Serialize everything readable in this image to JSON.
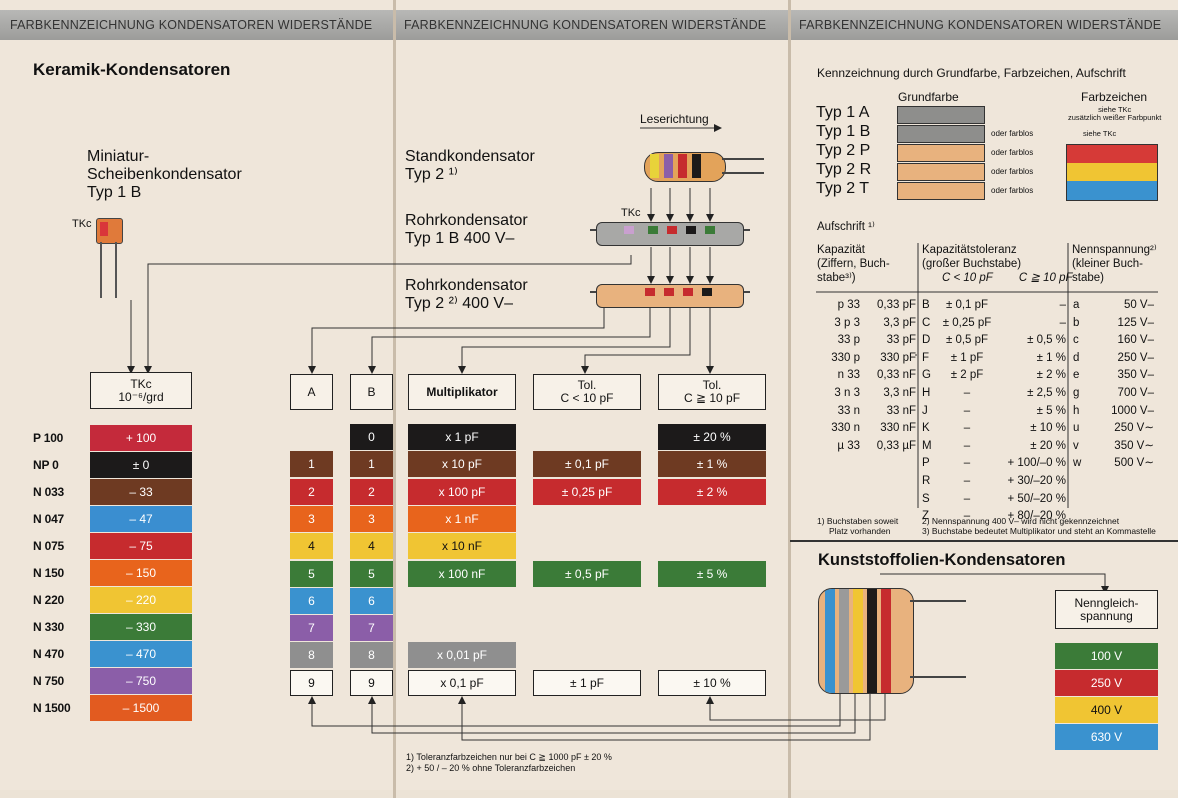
{
  "header": {
    "section_text": "FARBKENNZEICHNUNG KONDENSATOREN WIDERSTÄNDE"
  },
  "left": {
    "title": "Keramik-Kondensatoren",
    "mini_label_1": "Miniatur-",
    "mini_label_2": "Scheibenkondensator",
    "mini_label_3": "Typ 1 B",
    "tkc_small": "TKc",
    "tk_box_line1": "TKc",
    "tk_box_line2": "10⁻⁶/grd",
    "tk_rows": [
      {
        "code": "P 100",
        "value": "+ 100",
        "color": "#c42a3b"
      },
      {
        "code": "NP 0",
        "value": "± 0",
        "color": "#1c1a1a"
      },
      {
        "code": "N 033",
        "value": "– 33",
        "color": "#6e3a22"
      },
      {
        "code": "N 047",
        "value": "– 47",
        "color": "#3a8ed0"
      },
      {
        "code": "N 075",
        "value": "– 75",
        "color": "#c62b2e"
      },
      {
        "code": "N 150",
        "value": "– 150",
        "color": "#e8641c"
      },
      {
        "code": "N 220",
        "value": "– 220",
        "color": "#f0c533"
      },
      {
        "code": "N 330",
        "value": "– 330",
        "color": "#3b7b38"
      },
      {
        "code": "N 470",
        "value": "– 470",
        "color": "#3a92cf"
      },
      {
        "code": "N 750",
        "value": "– 750",
        "color": "#8b5ea8"
      },
      {
        "code": "N 1500",
        "value": "– 1500",
        "color": "#e25b20"
      }
    ]
  },
  "middle": {
    "leserichtung": "Leserichtung",
    "stand_1": "Standkondensator",
    "stand_2": "Typ 2 ¹⁾",
    "rohr1_1": "Rohrkondensator",
    "rohr1_2": "Typ 1 B  400 V–",
    "rohr2_1": "Rohrkondensator",
    "rohr2_2": "Typ 2 ²⁾  400 V–",
    "tkc_label": "TKc",
    "col_a": "A",
    "col_b": "B",
    "col_mult": "Multiplikator",
    "col_tol1_1": "Tol.",
    "col_tol1_2": "C < 10 pF",
    "col_tol2_1": "Tol.",
    "col_tol2_2": "C ≧ 10 pF",
    "digits_a": [
      "",
      "1",
      "2",
      "3",
      "4",
      "5",
      "6",
      "7",
      "8",
      "9"
    ],
    "digits_b": [
      "0",
      "1",
      "2",
      "3",
      "4",
      "5",
      "6",
      "7",
      "8",
      "9"
    ],
    "mult": [
      "x 1   pF",
      "x 10   pF",
      "x 100  pF",
      "x 1    nF",
      "x 10    nF",
      "x 100  nF",
      "",
      "",
      "x 0,01 pF",
      "x 0,1   pF"
    ],
    "tol1": [
      "",
      "± 0,1   pF",
      "± 0,25 pF",
      "",
      "",
      "± 0,5   pF",
      "",
      "",
      "",
      "± 1      pF"
    ],
    "tol2": [
      "± 20 %",
      "±   1 %",
      "±   2 %",
      "",
      "",
      "±   5 %",
      "",
      "",
      "",
      "± 10 %"
    ],
    "band_colors": [
      "#1c1a1a",
      "#6e3a22",
      "#c62b2e",
      "#e8641c",
      "#f0c533",
      "#3b7b38",
      "#3a92cf",
      "#8b5ea8",
      "#8f8f8f",
      "#ffffff"
    ],
    "footnote_1": "1) Toleranzfarbzeichen nur bei C ≧ 1000 pF ± 20 %",
    "footnote_2": "2) + 50 / – 20 % ohne Toleranzfarbzeichen"
  },
  "right": {
    "intro": "Kennzeichnung durch Grundfarbe, Farbzeichen, Aufschrift",
    "grundfarbe": "Grundfarbe",
    "farbzeichen": "Farbzeichen",
    "tkc_note_1": "siehe TKc",
    "tkc_note_2": "zusätzlich weißer Farbpunkt",
    "tkc_note_3": "siehe TKc",
    "types": [
      "Typ 1 A",
      "Typ 1 B",
      "Typ 2 P",
      "Typ 2 R",
      "Typ 2 T"
    ],
    "type_notes": [
      "",
      "oder farblos",
      "oder farblos",
      "oder farblos",
      "oder farblos"
    ],
    "type_colors": [
      "#8e8e8c",
      "#8e8e8c",
      "#e8b27e",
      "#e8b27e",
      "#e8b27e"
    ],
    "aufschrift": "Aufschrift ¹⁾",
    "th1_1": "Kapazität",
    "th1_2": "(Ziffern, Buch-",
    "th1_3": "stabe³⁾)",
    "th2_1": "Kapazitätstoleranz",
    "th2_2": "(großer Buchstabe)",
    "th2_3a": "C < 10 pF",
    "th2_3b": "C ≧ 10 pF",
    "th3_1": "Nennspannung²⁾",
    "th3_2": "(kleiner Buch-",
    "th3_3": "stabe)",
    "cap_codes": [
      "p 33",
      "3 p 3",
      "33 p",
      "330 p",
      "n 33",
      "3 n 3",
      "33 n",
      "330 n",
      "µ 33"
    ],
    "cap_vals": [
      "0,33 pF",
      "3,3  pF",
      "33    pF",
      "330   pF",
      "0,33 nF",
      "3,3   nF",
      "33    nF",
      "330   nF",
      "0,33 µF"
    ],
    "tol_letters": [
      "B",
      "C",
      "D",
      "F",
      "G",
      "H",
      "J",
      "K",
      "M",
      "P",
      "R",
      "S",
      "Z"
    ],
    "tol_small": [
      "± 0,1   pF",
      "± 0,25 pF",
      "± 0,5   pF",
      "± 1      pF",
      "± 2      pF",
      "–",
      "–",
      "–",
      "–",
      "–",
      "–",
      "–",
      "–"
    ],
    "tol_large": [
      "–",
      "–",
      "± 0,5     %",
      "± 1        %",
      "± 2        %",
      "± 2,5     %",
      "± 5        %",
      "± 10      %",
      "± 20      %",
      "+ 100/–0 %",
      "+ 30/–20 %",
      "+ 50/–20 %",
      "+ 80/–20 %"
    ],
    "volt_letters": [
      "a",
      "b",
      "c",
      "d",
      "e",
      "g",
      "h",
      "u",
      "v",
      "w"
    ],
    "volt_vals": [
      "50 V–",
      "125 V–",
      "160 V–",
      "250 V–",
      "350 V–",
      "700 V–",
      "1000 V–",
      "250 V∼",
      "350 V∼",
      "500 V∼"
    ],
    "fn1_1": "1) Buchstaben soweit",
    "fn1_2": "Platz vorhanden",
    "fn2": "2) Nennspannung 400 V– wird nicht gekennzeichnet",
    "fn3": "3) Buchstabe bedeutet Multiplikator und steht an Kommastelle",
    "kunst_title": "Kunststoffolien-Kondensatoren",
    "nenn_1": "Nenngleich-",
    "nenn_2": "spannung",
    "volts": [
      {
        "label": "100 V",
        "color": "#3b7b38"
      },
      {
        "label": "250 V",
        "color": "#c62b2e"
      },
      {
        "label": "400 V",
        "color": "#f0c533"
      },
      {
        "label": "630 V",
        "color": "#3a92cf"
      }
    ]
  }
}
